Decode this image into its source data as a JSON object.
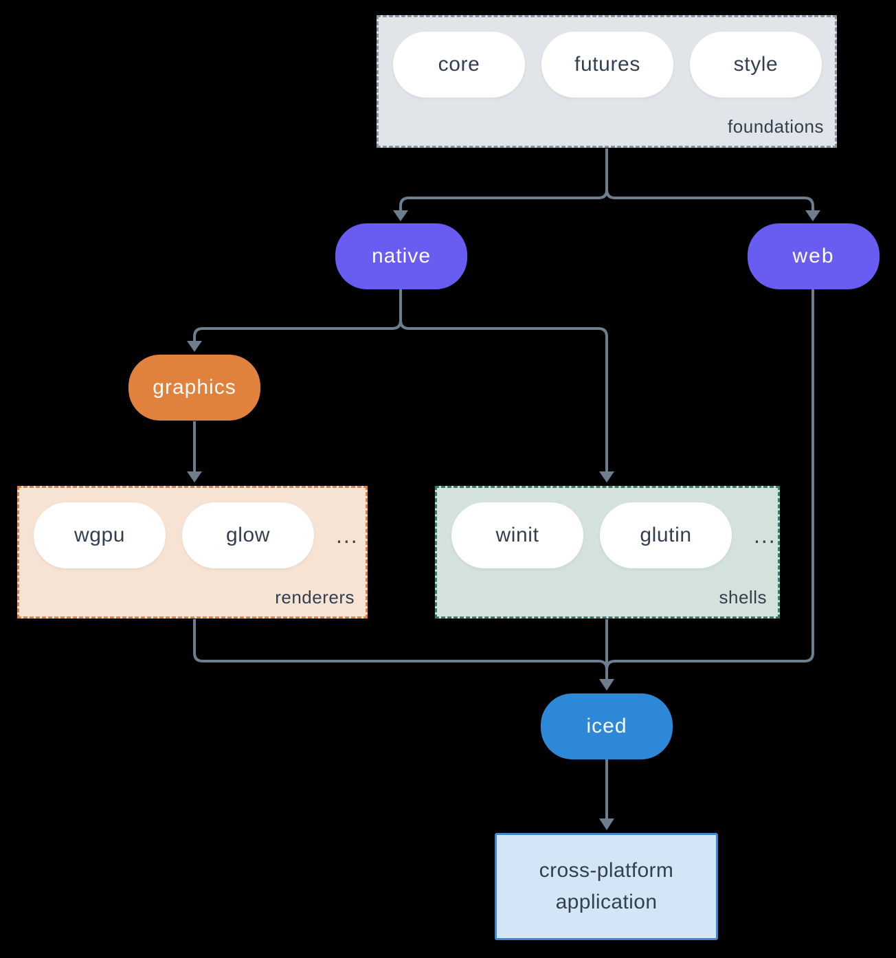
{
  "colors": {
    "bg": "#000000",
    "line": "#6d7e8f",
    "text-dark": "#333f4e",
    "pill-white": "#ffffff",
    "purple": "#695cf1",
    "orange": "#e0823e",
    "blue": "#2e88d8",
    "foundations-bg": "#e1e5e9",
    "foundations-border": "#8795a4",
    "renderers-bg": "#f7e3d3",
    "renderers-border": "#e0823e",
    "shells-bg": "#d3e2da",
    "shells-border": "#2e8070",
    "app-bg": "#d3e6f8",
    "app-border": "#3e88d2"
  },
  "groups": {
    "foundations": {
      "label": "foundations",
      "pills": [
        "core",
        "futures",
        "style"
      ]
    },
    "renderers": {
      "label": "renderers",
      "pills": [
        "wgpu",
        "glow"
      ],
      "more": "..."
    },
    "shells": {
      "label": "shells",
      "pills": [
        "winit",
        "glutin"
      ],
      "more": "..."
    }
  },
  "nodes": {
    "native": "native",
    "web": "web",
    "graphics": "graphics",
    "iced": "iced",
    "app": "cross-platform application"
  }
}
